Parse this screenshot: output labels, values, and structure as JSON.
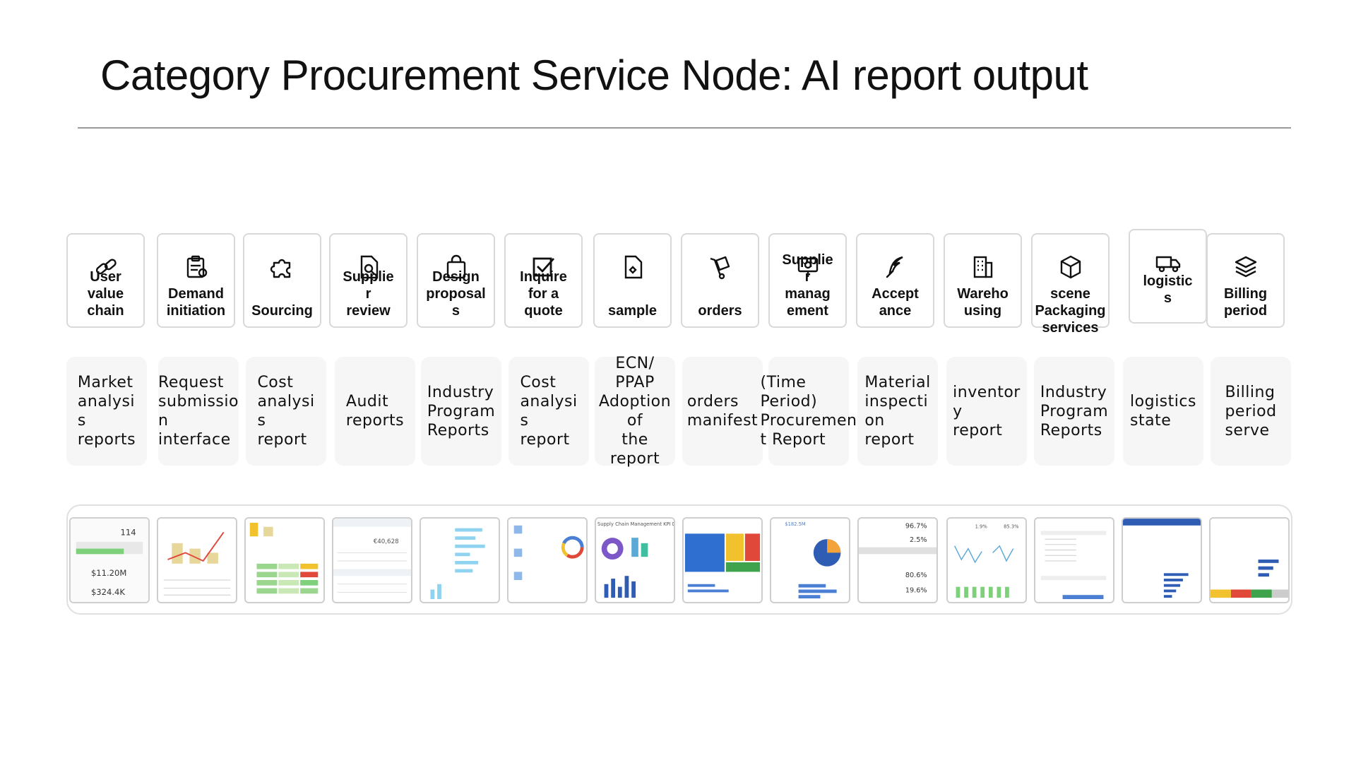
{
  "title": "Category Procurement Service Node: AI report output",
  "stages": [
    {
      "label": "User\nvalue\nchain",
      "icon": "link-icon"
    },
    {
      "label": "Demand\ninitiation",
      "icon": "clipboard-icon"
    },
    {
      "label": "Sourcing",
      "icon": "puzzle-icon"
    },
    {
      "label": "Supplie\nr\nreview",
      "icon": "document-search-icon"
    },
    {
      "label": "Design\nproposal\ns",
      "icon": "shopping-bag-icon"
    },
    {
      "label": "Inquire\nfor a\nquote",
      "icon": "checkbox-icon"
    },
    {
      "label": "sample",
      "icon": "file-icon"
    },
    {
      "label": "orders",
      "icon": "hand-truck-icon"
    },
    {
      "label": "Supplie\nr\nmanag\nement",
      "icon": "presentation-icon"
    },
    {
      "label": "Accept\nance",
      "icon": "quill-icon"
    },
    {
      "label": "Wareho\nusing",
      "icon": "building-icon"
    },
    {
      "label": "scene\nPackaging\nservices",
      "icon": "box-icon"
    },
    {
      "label": "logistic\ns",
      "icon": "truck-icon"
    },
    {
      "label": "Billing\nperiod",
      "icon": "layers-icon"
    }
  ],
  "reports": [
    {
      "label": "Market\nanalysi\ns\nreports"
    },
    {
      "label": "Request\nsubmissio\nn\ninterface"
    },
    {
      "label": "Cost\nanalysi\ns\nreport"
    },
    {
      "label": "Audit\nreports"
    },
    {
      "label": "Industry\nProgram\nReports"
    },
    {
      "label": "Cost\nanalysi\ns\nreport"
    },
    {
      "label": "ECN/\nPPAP\nAdoption of\nthe report"
    },
    {
      "label": "orders\nmanifest"
    },
    {
      "label": "(Time\nPeriod)\nProcuremen\nt Report"
    },
    {
      "label": "Material\ninspecti\non\nreport"
    },
    {
      "label": "inventor\ny\nreport"
    },
    {
      "label": "Industry\nProgram\nReports"
    },
    {
      "label": "logistics\nstate"
    },
    {
      "label": "Billing\nperiod\nserve"
    }
  ],
  "thumbnails": [
    {
      "kind": "kpi",
      "texts": [
        "114",
        "$11.20M",
        "$324.4K"
      ]
    },
    {
      "kind": "bars-line",
      "texts": []
    },
    {
      "kind": "table-heat",
      "texts": []
    },
    {
      "kind": "table",
      "texts": [
        "€40,628"
      ]
    },
    {
      "kind": "list-bars",
      "texts": []
    },
    {
      "kind": "icons-donut",
      "texts": []
    },
    {
      "kind": "kpi-dashboard",
      "texts": [
        "Supply Chain Management KPI D"
      ]
    },
    {
      "kind": "treemap",
      "texts": []
    },
    {
      "kind": "pie-bars",
      "texts": [
        "$182.5M"
      ]
    },
    {
      "kind": "percents",
      "texts": [
        "96.7%",
        "2.5%",
        "80.6%",
        "19.6%"
      ]
    },
    {
      "kind": "line-green",
      "texts": [
        "1.9%",
        "85.3%"
      ]
    },
    {
      "kind": "filter-list",
      "texts": []
    },
    {
      "kind": "table-bars",
      "texts": []
    },
    {
      "kind": "hbars-color",
      "texts": []
    }
  ],
  "colors": {
    "accent_blue": "#4a7fd4",
    "accent_green": "#7ed07a",
    "accent_yellow": "#f2c12e",
    "accent_red": "#e0493a",
    "border": "#d9d9d9"
  }
}
